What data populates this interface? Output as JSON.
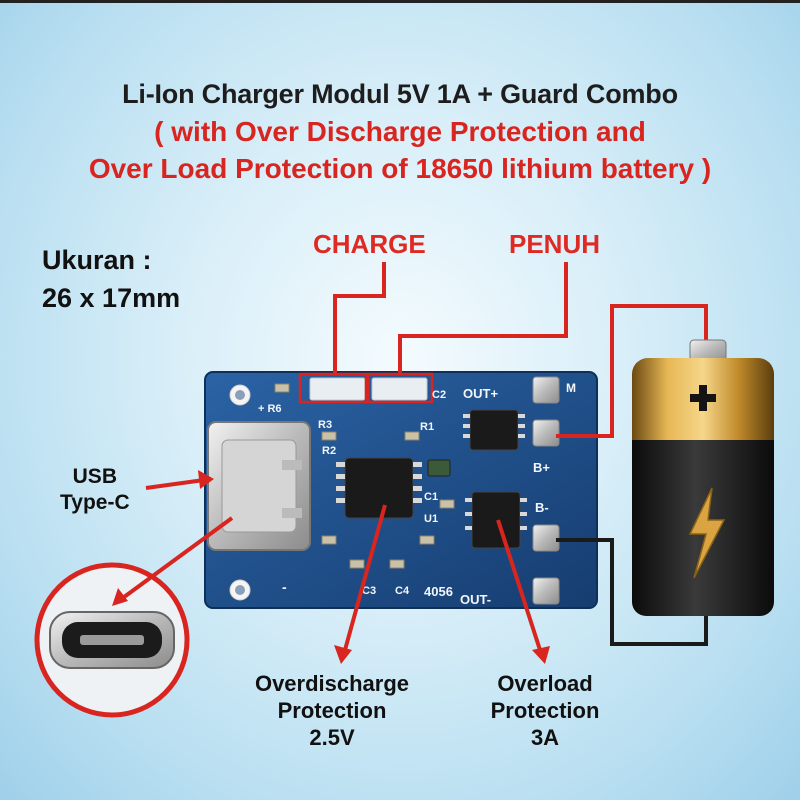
{
  "header": {
    "title": "Li-Ion Charger Modul 5V 1A + Guard Combo",
    "subtitle_line1": "( with Over Discharge Protection and",
    "subtitle_line2": "Over Load Protection of 18650 lithium battery )"
  },
  "size": {
    "label": "Ukuran :",
    "value": "26 x 17mm"
  },
  "indicators": {
    "charge": "CHARGE",
    "full": "PENUH"
  },
  "usb": {
    "line1": "USB",
    "line2": "Type-C"
  },
  "protections": {
    "overdischarge": {
      "line1": "Overdischarge",
      "line2": "Protection",
      "line3": "2.5V"
    },
    "overload": {
      "line1": "Overload",
      "line2": "Protection",
      "line3": "3A"
    }
  },
  "board": {
    "silkscreen": {
      "r6": "+ R6",
      "r3": "R3",
      "r2": "R2",
      "r1": "R1",
      "c2": "C2",
      "c1": "C1",
      "u1": "U1",
      "c3": "C3",
      "c4": "C4",
      "part": "4056",
      "out_plus": "OUT+",
      "out_minus": "OUT-",
      "b_plus": "B+",
      "b_minus": "B-",
      "pad_m": "M",
      "minus": "-"
    }
  },
  "colors": {
    "title_text": "#1d1d1d",
    "accent_red": "#d8251f",
    "pcb_blue": "#1d4f8c",
    "battery_gold": "#c8952e",
    "battery_black": "#1c1c1c"
  }
}
